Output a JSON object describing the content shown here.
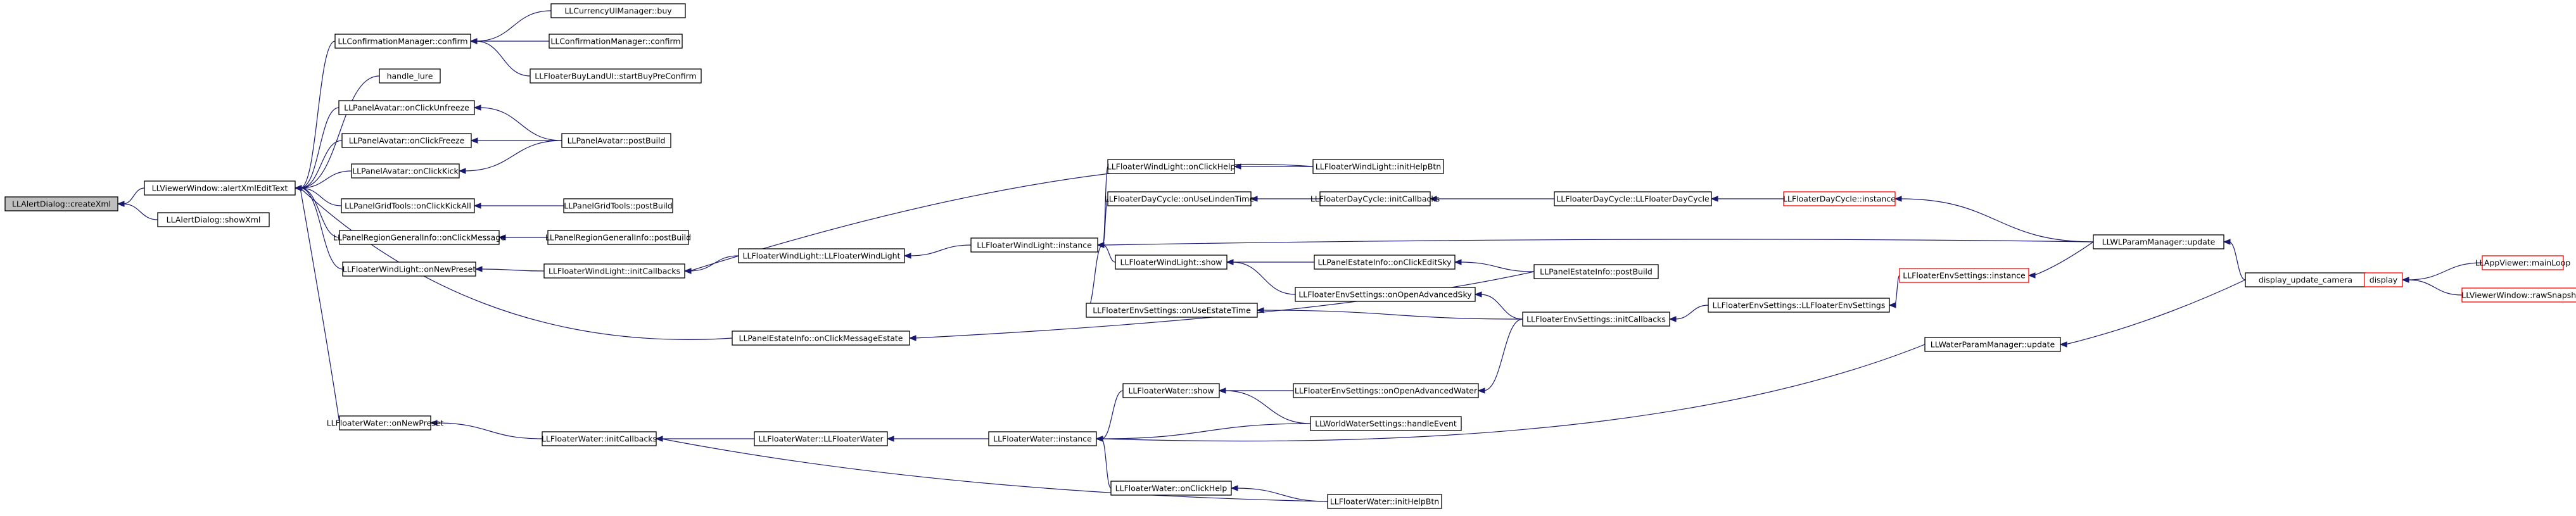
{
  "graph": {
    "nodes": [
      {
        "id": "n0",
        "label": "LLAlertDialog::createXml",
        "root": true
      },
      {
        "id": "n1",
        "label": "LLViewerWindow::alertXmlEditText"
      },
      {
        "id": "n2",
        "label": "LLAlertDialog::showXml"
      },
      {
        "id": "n3",
        "label": "LLConfirmationManager::confirm"
      },
      {
        "id": "n4",
        "label": "LLCurrencyUIManager::buy"
      },
      {
        "id": "n5",
        "label": "LLConfirmationManager::confirm"
      },
      {
        "id": "n6",
        "label": "LLFloaterBuyLandUI::startBuyPreConfirm"
      },
      {
        "id": "n7",
        "label": "handle_lure"
      },
      {
        "id": "n8",
        "label": "LLPanelAvatar::onClickUnfreeze"
      },
      {
        "id": "n9",
        "label": "LLPanelAvatar::onClickFreeze"
      },
      {
        "id": "n10",
        "label": "LLPanelAvatar::onClickKick"
      },
      {
        "id": "n11",
        "label": "LLPanelAvatar::postBuild"
      },
      {
        "id": "n12",
        "label": "LLPanelGridTools::onClickKickAll"
      },
      {
        "id": "n13",
        "label": "LLPanelGridTools::postBuild"
      },
      {
        "id": "n14",
        "label": "LLPanelRegionGeneralInfo::onClickMessage"
      },
      {
        "id": "n15",
        "label": "LLPanelRegionGeneralInfo::postBuild"
      },
      {
        "id": "n16",
        "label": "LLFloaterWindLight::onNewPreset"
      },
      {
        "id": "n17",
        "label": "LLFloaterWindLight::initCallbacks"
      },
      {
        "id": "n18",
        "label": "LLFloaterWindLight::LLFloaterWindLight"
      },
      {
        "id": "n19",
        "label": "LLFloaterWindLight::instance"
      },
      {
        "id": "n20",
        "label": "LLFloaterWindLight::onClickHelp"
      },
      {
        "id": "n21",
        "label": "LLFloaterWindLight::initHelpBtn"
      },
      {
        "id": "n22",
        "label": "LLFloaterDayCycle::onUseLindenTime"
      },
      {
        "id": "n23",
        "label": "LLFloaterDayCycle::initCallbacks"
      },
      {
        "id": "n24",
        "label": "LLFloaterDayCycle::LLFloaterDayCycle"
      },
      {
        "id": "n25",
        "label": "LLFloaterDayCycle::instance",
        "truncated": true
      },
      {
        "id": "n26",
        "label": "LLFloaterWindLight::show"
      },
      {
        "id": "n27",
        "label": "LLPanelEstateInfo::onClickEditSky"
      },
      {
        "id": "n28",
        "label": "LLPanelEstateInfo::postBuild"
      },
      {
        "id": "n29",
        "label": "LLFloaterEnvSettings::onOpenAdvancedSky"
      },
      {
        "id": "n30",
        "label": "LLFloaterEnvSettings::onUseEstateTime"
      },
      {
        "id": "n31",
        "label": "LLFloaterEnvSettings::initCallbacks"
      },
      {
        "id": "n32",
        "label": "LLFloaterEnvSettings::LLFloaterEnvSettings"
      },
      {
        "id": "n33",
        "label": "LLFloaterEnvSettings::instance",
        "truncated": true
      },
      {
        "id": "n34",
        "label": "LLWLParamManager::update"
      },
      {
        "id": "n35",
        "label": "display_update_camera"
      },
      {
        "id": "n36",
        "label": "display",
        "truncated": true
      },
      {
        "id": "n37",
        "label": "LLAppViewer::mainLoop",
        "truncated": true
      },
      {
        "id": "n38",
        "label": "LLViewerWindow::rawSnapshot",
        "truncated": true
      },
      {
        "id": "n39",
        "label": "LLPanelEstateInfo::onClickMessageEstate"
      },
      {
        "id": "n40",
        "label": "LLWaterParamManager::update"
      },
      {
        "id": "n41",
        "label": "LLFloaterWater::onNewPreset"
      },
      {
        "id": "n42",
        "label": "LLFloaterWater::initCallbacks"
      },
      {
        "id": "n43",
        "label": "LLFloaterWater::LLFloaterWater"
      },
      {
        "id": "n44",
        "label": "LLFloaterWater::instance"
      },
      {
        "id": "n45",
        "label": "LLFloaterWater::show"
      },
      {
        "id": "n46",
        "label": "LLFloaterEnvSettings::onOpenAdvancedWater"
      },
      {
        "id": "n47",
        "label": "LLWorldWaterSettings::handleEvent"
      },
      {
        "id": "n48",
        "label": "LLFloaterWater::onClickHelp"
      },
      {
        "id": "n49",
        "label": "LLFloaterWater::initHelpBtn"
      }
    ],
    "edges": [
      {
        "from": "n1",
        "to": "n0"
      },
      {
        "from": "n2",
        "to": "n0"
      },
      {
        "from": "n3",
        "to": "n1"
      },
      {
        "from": "n4",
        "to": "n3"
      },
      {
        "from": "n5",
        "to": "n3"
      },
      {
        "from": "n6",
        "to": "n3"
      },
      {
        "from": "n7",
        "to": "n1"
      },
      {
        "from": "n8",
        "to": "n1"
      },
      {
        "from": "n9",
        "to": "n1"
      },
      {
        "from": "n10",
        "to": "n1"
      },
      {
        "from": "n11",
        "to": "n8"
      },
      {
        "from": "n11",
        "to": "n9"
      },
      {
        "from": "n11",
        "to": "n10"
      },
      {
        "from": "n12",
        "to": "n1"
      },
      {
        "from": "n13",
        "to": "n12"
      },
      {
        "from": "n14",
        "to": "n1"
      },
      {
        "from": "n15",
        "to": "n14"
      },
      {
        "from": "n16",
        "to": "n1"
      },
      {
        "from": "n17",
        "to": "n16"
      },
      {
        "from": "n18",
        "to": "n17"
      },
      {
        "from": "n19",
        "to": "n18"
      },
      {
        "from": "n20",
        "to": "n19"
      },
      {
        "from": "n21",
        "to": "n20"
      },
      {
        "from": "n21",
        "to": "n17"
      },
      {
        "from": "n22",
        "to": "n19"
      },
      {
        "from": "n23",
        "to": "n22"
      },
      {
        "from": "n24",
        "to": "n23"
      },
      {
        "from": "n25",
        "to": "n24"
      },
      {
        "from": "n26",
        "to": "n19"
      },
      {
        "from": "n27",
        "to": "n26"
      },
      {
        "from": "n28",
        "to": "n27"
      },
      {
        "from": "n29",
        "to": "n26"
      },
      {
        "from": "n30",
        "to": "n19"
      },
      {
        "from": "n31",
        "to": "n29"
      },
      {
        "from": "n31",
        "to": "n30"
      },
      {
        "from": "n32",
        "to": "n31"
      },
      {
        "from": "n33",
        "to": "n32"
      },
      {
        "from": "n34",
        "to": "n19"
      },
      {
        "from": "n34",
        "to": "n25"
      },
      {
        "from": "n34",
        "to": "n33"
      },
      {
        "from": "n35",
        "to": "n34"
      },
      {
        "from": "n35",
        "to": "n40"
      },
      {
        "from": "n36",
        "to": "n35"
      },
      {
        "from": "n37",
        "to": "n36"
      },
      {
        "from": "n38",
        "to": "n36"
      },
      {
        "from": "n39",
        "to": "n1"
      },
      {
        "from": "n28",
        "to": "n39"
      },
      {
        "from": "n41",
        "to": "n1"
      },
      {
        "from": "n42",
        "to": "n41"
      },
      {
        "from": "n43",
        "to": "n42"
      },
      {
        "from": "n44",
        "to": "n43"
      },
      {
        "from": "n45",
        "to": "n44"
      },
      {
        "from": "n46",
        "to": "n45"
      },
      {
        "from": "n47",
        "to": "n45"
      },
      {
        "from": "n47",
        "to": "n44"
      },
      {
        "from": "n48",
        "to": "n44"
      },
      {
        "from": "n49",
        "to": "n48"
      },
      {
        "from": "n49",
        "to": "n42"
      },
      {
        "from": "n40",
        "to": "n44"
      },
      {
        "from": "n31",
        "to": "n46"
      }
    ]
  }
}
